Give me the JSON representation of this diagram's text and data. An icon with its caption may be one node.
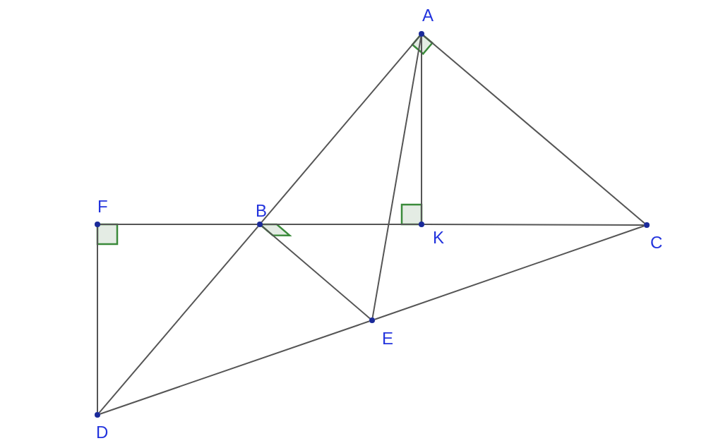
{
  "diagram": {
    "nodes": [
      {
        "text": [
          "A"
        ]
      },
      {
        "text": [
          "B"
        ]
      },
      {
        "text": [
          "C"
        ]
      },
      {
        "text": [
          "D"
        ]
      },
      {
        "text": [
          "E"
        ]
      },
      {
        "text": [
          "F"
        ]
      },
      {
        "text": [
          "K"
        ]
      }
    ],
    "edges": [
      {
        "from": 0,
        "to": 1,
        "arrow": "none"
      },
      {
        "from": 1,
        "to": 3,
        "arrow": "none"
      },
      {
        "from": 0,
        "to": 2,
        "arrow": "none"
      },
      {
        "from": 0,
        "to": 6,
        "arrow": "none"
      },
      {
        "from": 0,
        "to": 4,
        "arrow": "none"
      },
      {
        "from": 5,
        "to": 1,
        "arrow": "none"
      },
      {
        "from": 1,
        "to": 6,
        "arrow": "none"
      },
      {
        "from": 6,
        "to": 2,
        "arrow": "none"
      },
      {
        "from": 1,
        "to": 4,
        "arrow": "none"
      },
      {
        "from": 3,
        "to": 4,
        "arrow": "none"
      },
      {
        "from": 4,
        "to": 2,
        "arrow": "none"
      },
      {
        "from": 5,
        "to": 3,
        "arrow": "none"
      }
    ]
  }
}
